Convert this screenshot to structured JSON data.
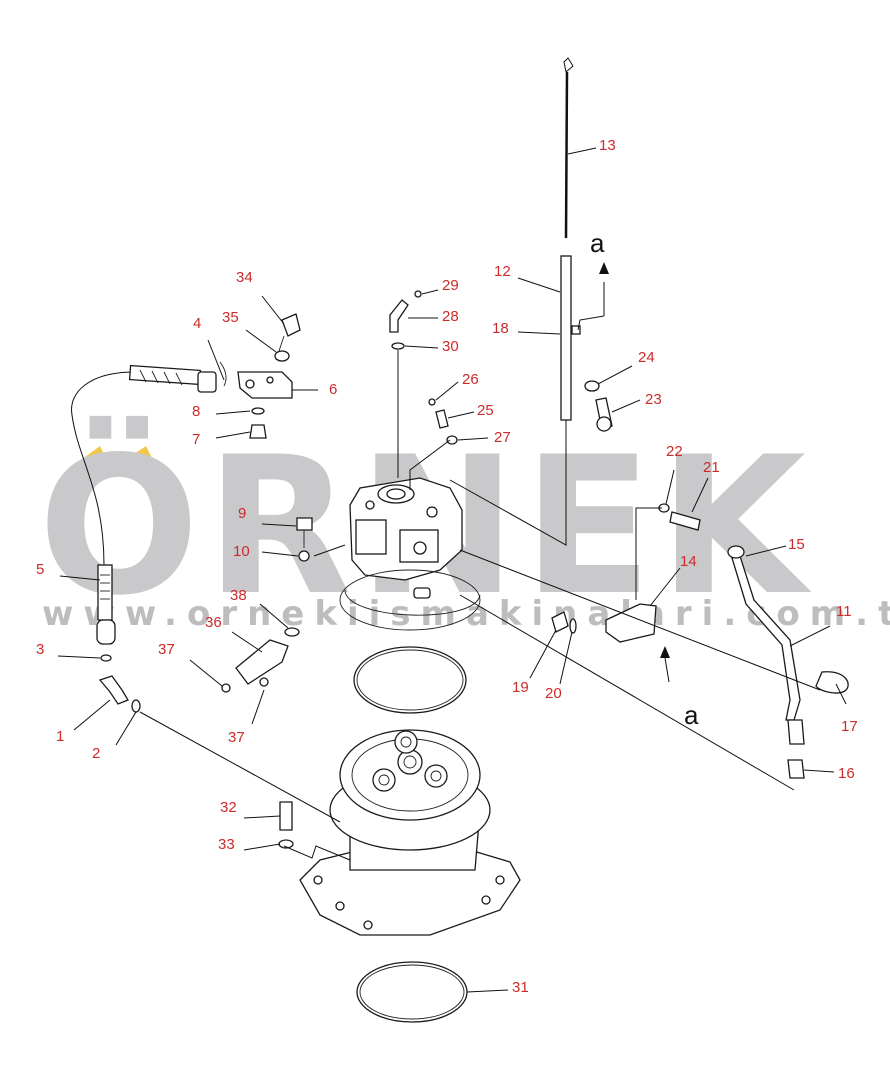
{
  "watermark": {
    "brand": "ÖRNEK",
    "url": "www.ornekiismakinalari.com.tr"
  },
  "view_label": "a",
  "callouts": [
    {
      "id": "1",
      "text": "1"
    },
    {
      "id": "2",
      "text": "2"
    },
    {
      "id": "3",
      "text": "3"
    },
    {
      "id": "4",
      "text": "4"
    },
    {
      "id": "5",
      "text": "5"
    },
    {
      "id": "6",
      "text": "6"
    },
    {
      "id": "7",
      "text": "7"
    },
    {
      "id": "8",
      "text": "8"
    },
    {
      "id": "9",
      "text": "9"
    },
    {
      "id": "10",
      "text": "10"
    },
    {
      "id": "11",
      "text": "11"
    },
    {
      "id": "12",
      "text": "12"
    },
    {
      "id": "13",
      "text": "13"
    },
    {
      "id": "14",
      "text": "14"
    },
    {
      "id": "15",
      "text": "15"
    },
    {
      "id": "16",
      "text": "16"
    },
    {
      "id": "17",
      "text": "17"
    },
    {
      "id": "18",
      "text": "18"
    },
    {
      "id": "19",
      "text": "19"
    },
    {
      "id": "20",
      "text": "20"
    },
    {
      "id": "21",
      "text": "21"
    },
    {
      "id": "22",
      "text": "22"
    },
    {
      "id": "23",
      "text": "23"
    },
    {
      "id": "24",
      "text": "24"
    },
    {
      "id": "25",
      "text": "25"
    },
    {
      "id": "26",
      "text": "26"
    },
    {
      "id": "27",
      "text": "27"
    },
    {
      "id": "28",
      "text": "28"
    },
    {
      "id": "29",
      "text": "29"
    },
    {
      "id": "30",
      "text": "30"
    },
    {
      "id": "31",
      "text": "31"
    },
    {
      "id": "32",
      "text": "32"
    },
    {
      "id": "33",
      "text": "33"
    },
    {
      "id": "34",
      "text": "34"
    },
    {
      "id": "35",
      "text": "35"
    },
    {
      "id": "36",
      "text": "36"
    },
    {
      "id": "37a",
      "text": "37"
    },
    {
      "id": "37b",
      "text": "37"
    },
    {
      "id": "38",
      "text": "38"
    }
  ]
}
